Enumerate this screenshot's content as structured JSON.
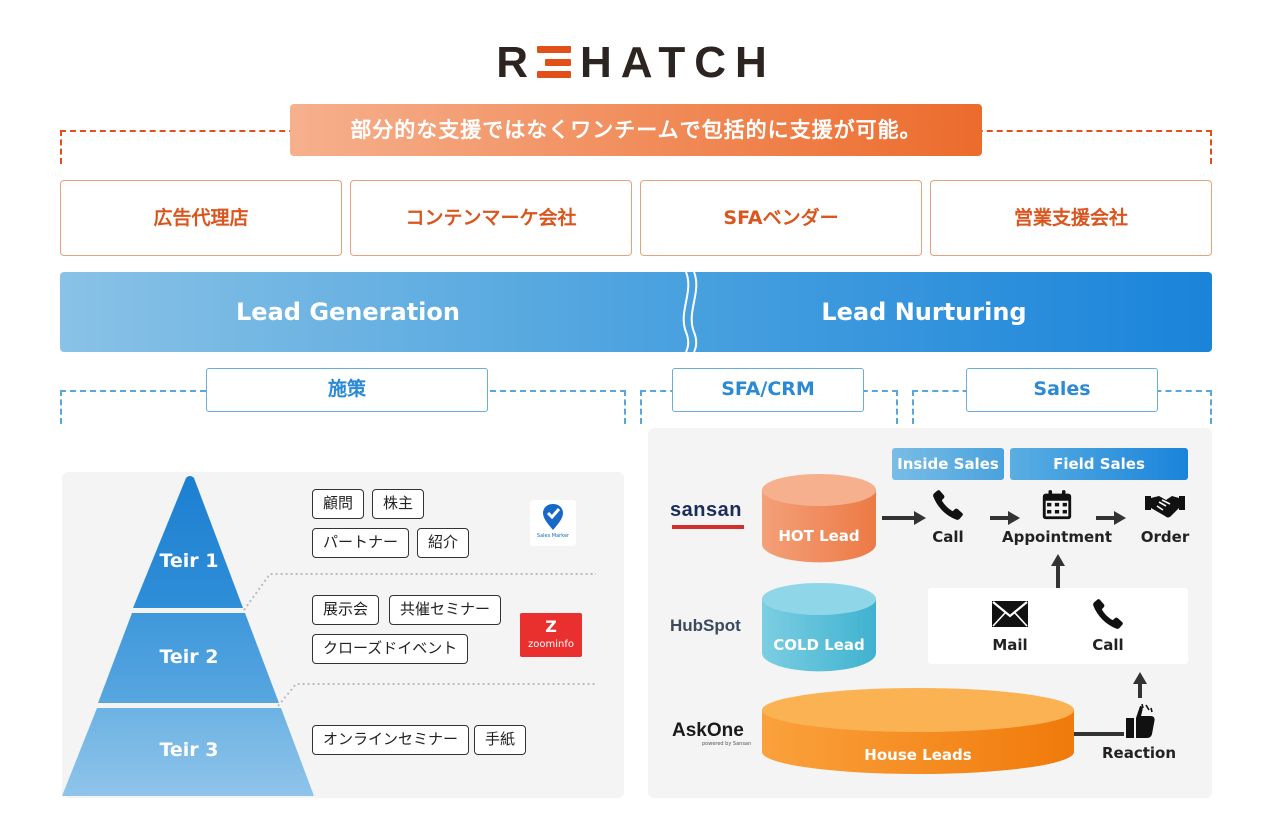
{
  "logo": {
    "text": "HATCH",
    "initial": "R"
  },
  "banner": "部分的な支援ではなくワンチームで包括的に支援が可能。",
  "companies": [
    "広告代理店",
    "コンテンマーケ会社",
    "SFAベンダー",
    "営業支援会社"
  ],
  "lead_bar": {
    "left": "Lead Generation",
    "right": "Lead Nurturing"
  },
  "sections": {
    "shisaku": "施策",
    "sfa": "SFA/CRM",
    "sales": "Sales"
  },
  "pyramid": {
    "tiers": [
      "Teir 1",
      "Teir 2",
      "Teir 3"
    ],
    "tier1_tags": [
      "顧問",
      "株主",
      "パートナー",
      "紹介"
    ],
    "tier2_tags": [
      "展示会",
      "共催セミナー",
      "クローズドイベント"
    ],
    "tier3_tags": [
      "オンラインセミナー",
      "手紙"
    ]
  },
  "tool_logos": {
    "salesmarker": "Sales Marker",
    "zoominfo": "zoominfo",
    "zoominfo_mark": "Z",
    "sansan": "sansan",
    "hubspot": "HubSpot",
    "askone": "AskOne",
    "askone_sub": "powered by Sansan"
  },
  "cylinders": {
    "hot": "HOT Lead",
    "cold": "COLD Lead",
    "house": "House Leads"
  },
  "sales_tabs": {
    "inside": "Inside Sales",
    "field": "Field Sales"
  },
  "flow": {
    "call": "Call",
    "appointment": "Appointment",
    "order": "Order",
    "mail": "Mail",
    "call2": "Call",
    "reaction": "Reaction"
  },
  "colors": {
    "orange": "#e2501a",
    "blue": "#1a84da",
    "light_blue": "#89c2e6",
    "hot_cylinder": "#ef8a5a",
    "cold_cylinder": "#5cc2d9",
    "house_cylinder": "#f78d12"
  }
}
